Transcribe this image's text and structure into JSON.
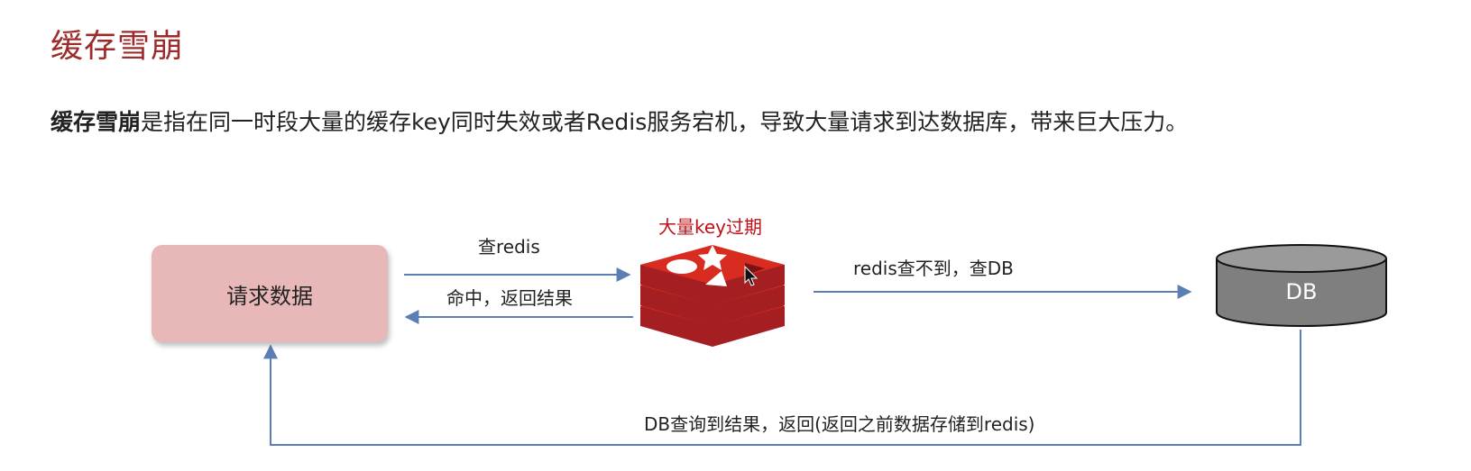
{
  "title": "缓存雪崩",
  "description": {
    "term": "缓存雪崩",
    "text": "是指在同一时段大量的缓存key同时失效或者Redis服务宕机，导致大量请求到达数据库，带来巨大压力。"
  },
  "diagram": {
    "request_box": "请求数据",
    "redis_caption": "大量key过期",
    "db_label": "DB",
    "arrow_query_redis": "查redis",
    "arrow_hit_return": "命中，返回结果",
    "arrow_query_db": "redis查不到，查DB",
    "arrow_db_return": "DB查询到结果，返回(返回之前数据存储到redis)"
  },
  "colors": {
    "title": "#9e2b2b",
    "request_box": "#e8b8b8",
    "redis_red": "#d82c20",
    "redis_caption": "#c0101a",
    "db_gray": "#7f7f7f",
    "arrow": "#5b7fb5"
  },
  "icons": {
    "redis": "redis-logo-icon",
    "db": "database-cylinder-icon",
    "cursor": "mouse-cursor-icon"
  }
}
